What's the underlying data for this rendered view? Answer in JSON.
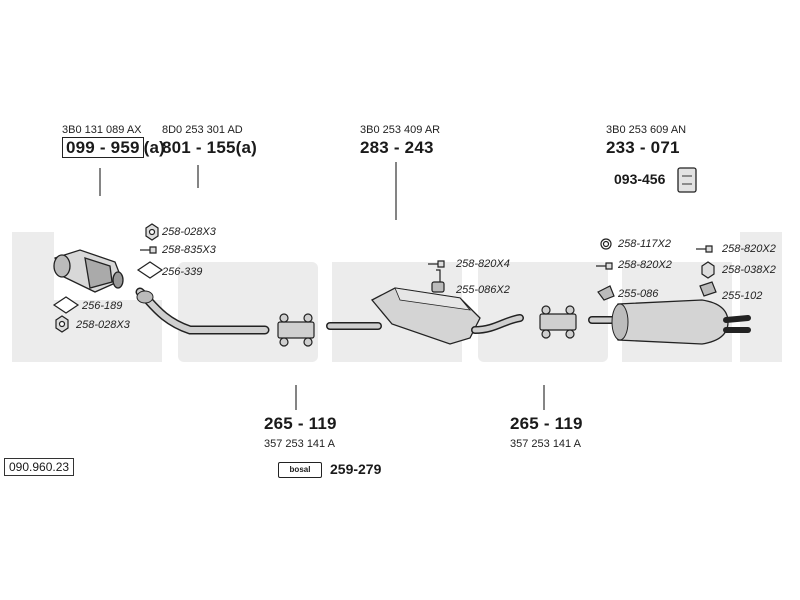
{
  "diagram": {
    "reference": "090.960.23",
    "brand_tag": "bosal",
    "parts": {
      "p1": {
        "oem": "3B0 131 089 AX",
        "number": "099 - 959",
        "suffix": "(a)"
      },
      "p2": {
        "oem": "8D0 253 301 AD",
        "number": "801 - 155(a)"
      },
      "p3": {
        "oem": "3B0 253 409 AR",
        "number": "283 - 243"
      },
      "p4": {
        "oem": "3B0 253 609 AN",
        "number": "233 - 071"
      },
      "p4b": {
        "number": "093-456"
      },
      "clamp1": {
        "number": "265 - 119",
        "oem": "357 253 141 A"
      },
      "clamp2": {
        "number": "265 - 119",
        "oem": "357 253 141 A"
      },
      "assembly": {
        "number": "259-279"
      }
    },
    "small_parts": {
      "s1": "258-028X3",
      "s2": "258-835X3",
      "s3": "256-339",
      "s4": "256-189",
      "s5": "258-028X3",
      "s6": "258-820X4",
      "s7": "255-086X2",
      "s8": "258-117X2",
      "s9": "258-820X2",
      "s10": "255-086",
      "s11": "258-820X2",
      "s12": "258-038X2",
      "s13": "255-102"
    }
  }
}
